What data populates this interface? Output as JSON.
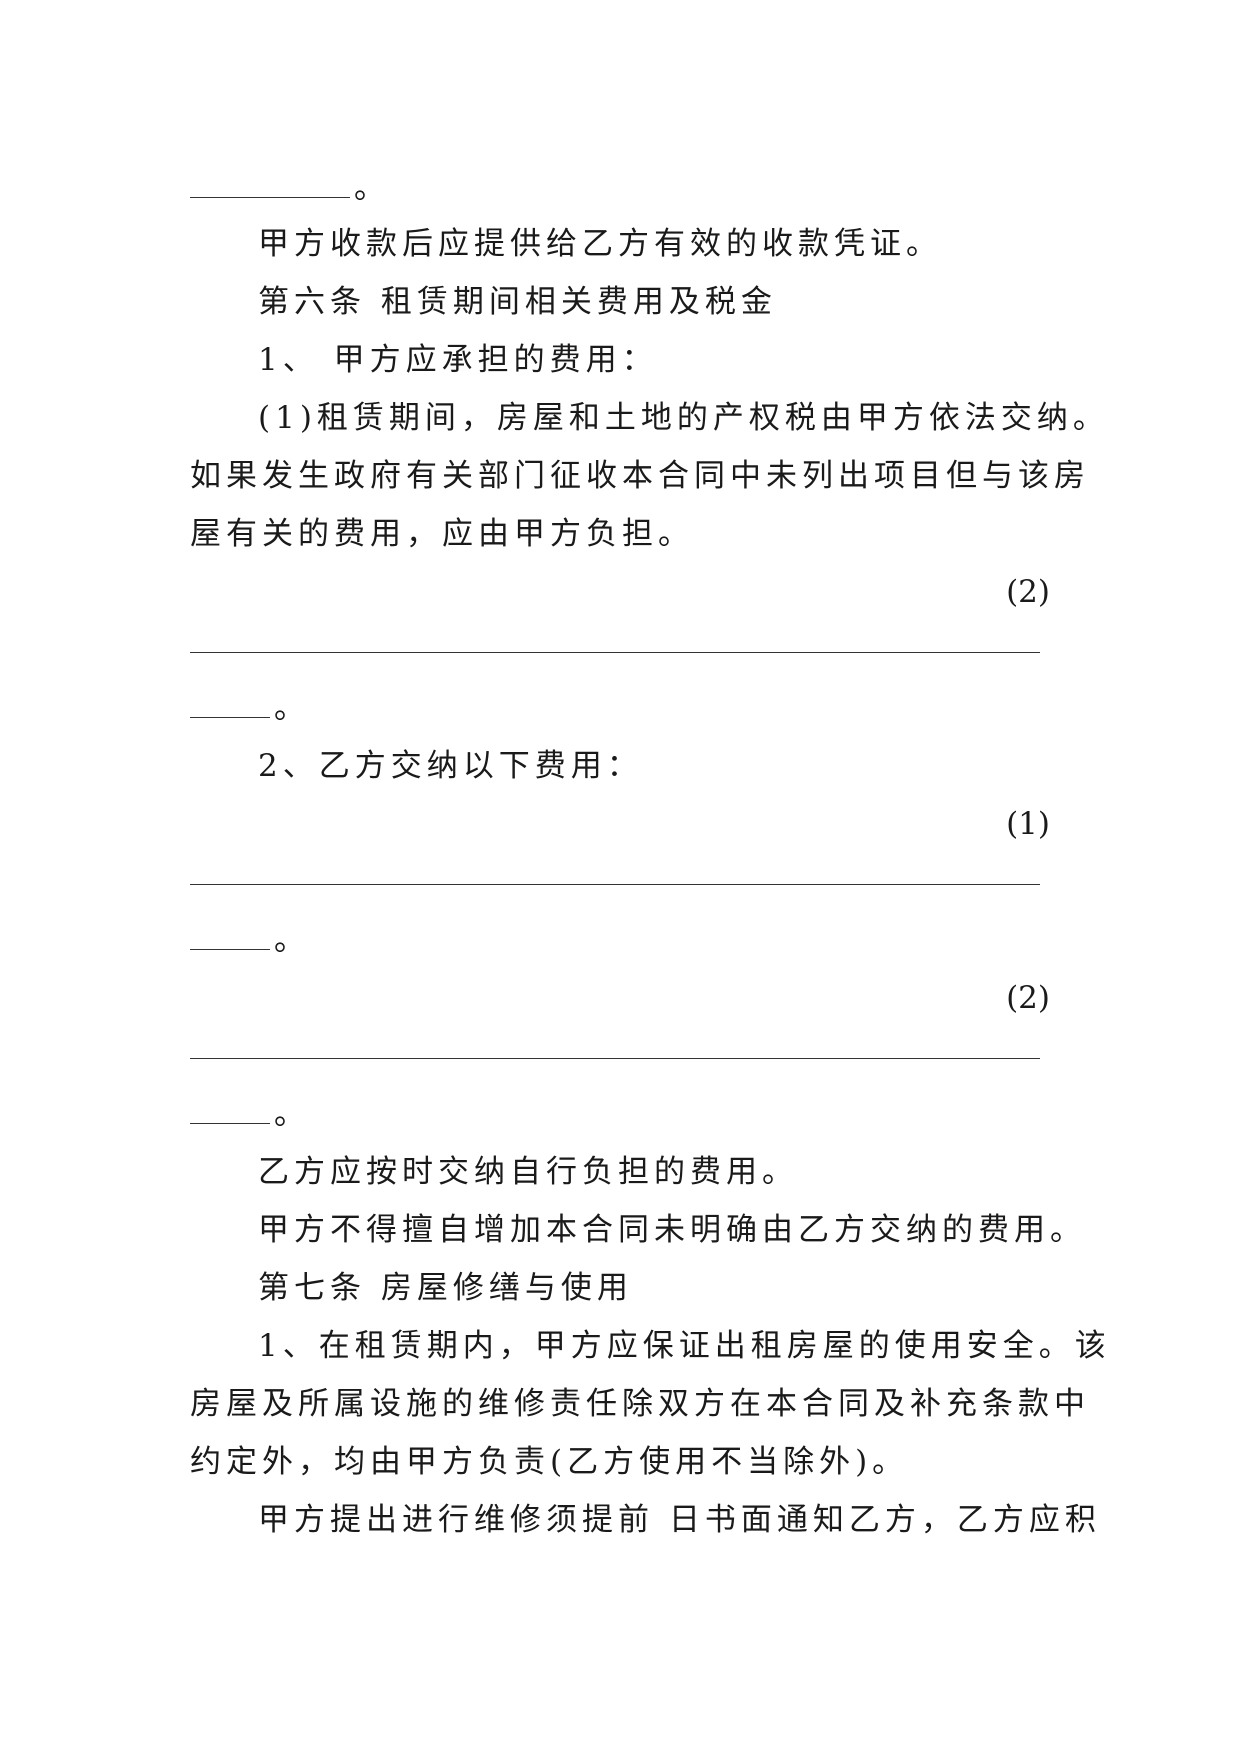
{
  "document": {
    "l01_tail": "。",
    "l02": "甲方收款后应提供给乙方有效的收款凭证。",
    "l03": "第六条 租赁期间相关费用及税金",
    "l04": "1、 甲方应承担的费用：",
    "l05": "(1)租赁期间，房屋和土地的产权税由甲方依法交纳。",
    "l06": "如果发生政府有关部门征收本合同中未列出项目但与该房",
    "l07": "屋有关的费用，应由甲方负担。",
    "l08": "(2)",
    "l10_tail": "。",
    "l11": "2、乙方交纳以下费用：",
    "l12": "(1)",
    "l14_tail": "。",
    "l15": "(2)",
    "l17_tail": "。",
    "l18": "乙方应按时交纳自行负担的费用。",
    "l19": "甲方不得擅自增加本合同未明确由乙方交纳的费用。",
    "l20": "第七条 房屋修缮与使用",
    "l21": "1、在租赁期内，甲方应保证出租房屋的使用安全。该",
    "l22": "房屋及所属设施的维修责任除双方在本合同及补充条款中",
    "l23": "约定外，均由甲方负责(乙方使用不当除外)。",
    "l24": "甲方提出进行维修须提前 日书面通知乙方，乙方应积"
  }
}
